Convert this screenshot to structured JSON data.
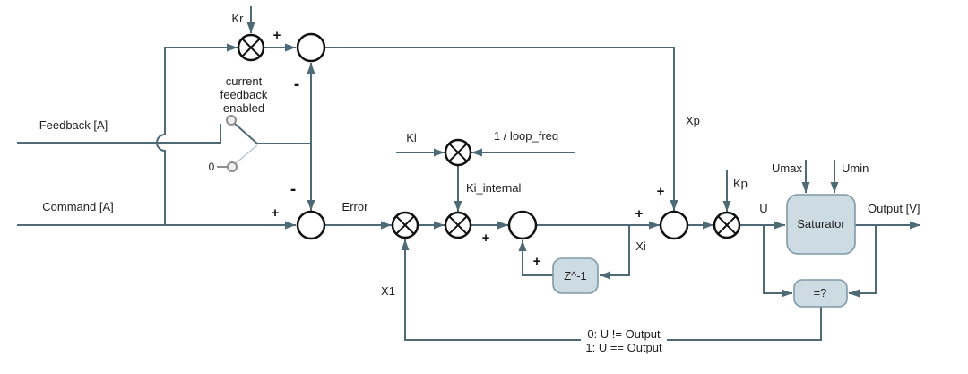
{
  "diagram": {
    "type": "control-block-diagram",
    "io": {
      "feedback": "Feedback [A]",
      "command": "Command [A]",
      "output": "Output [V]"
    },
    "gains": {
      "kr": "Kr",
      "ki": "Ki",
      "kp": "Kp"
    },
    "signals": {
      "error": "Error",
      "inv_loop_freq": "1 / loop_freq",
      "ki_internal": "Ki_internal",
      "x1": "X1",
      "xi": "Xi",
      "xp": "Xp",
      "u": "U",
      "umax": "Umax",
      "umin": "Umin"
    },
    "blocks": {
      "delay": "Z^-1",
      "saturator": "Saturator",
      "comparator": "=?"
    },
    "switch": {
      "note_line1": "current",
      "note_line2": "feedback",
      "note_line3": "enabled",
      "off_value": "0"
    },
    "legend": {
      "line1": "0: U != Output",
      "line2": "1: U == Output"
    },
    "signs": {
      "plus": "+",
      "minus": "-"
    },
    "colors": {
      "wire": "#4e6a75",
      "block_fill": "#cddbe2",
      "block_stroke": "#7e99a6",
      "node_stroke": "#111111",
      "text": "#212121",
      "switch_contact": "#8f8f8f",
      "inactive_wire": "#b9c6cc",
      "background": "#ffffff"
    }
  }
}
